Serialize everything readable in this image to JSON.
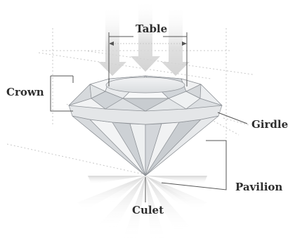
{
  "labels": {
    "table": "Table",
    "crown": "Crown",
    "girdle": "Girdle",
    "pavilion": "Pavilion",
    "culet": "Culet"
  },
  "colors": {
    "label_text": "#2e2e2e",
    "leader_line": "#555555",
    "guide_dashed": "#c8c8c8",
    "light_arrow": "#dcdcdc",
    "facet_dark": "#cfd2d6",
    "facet_light": "#f4f5f6"
  }
}
